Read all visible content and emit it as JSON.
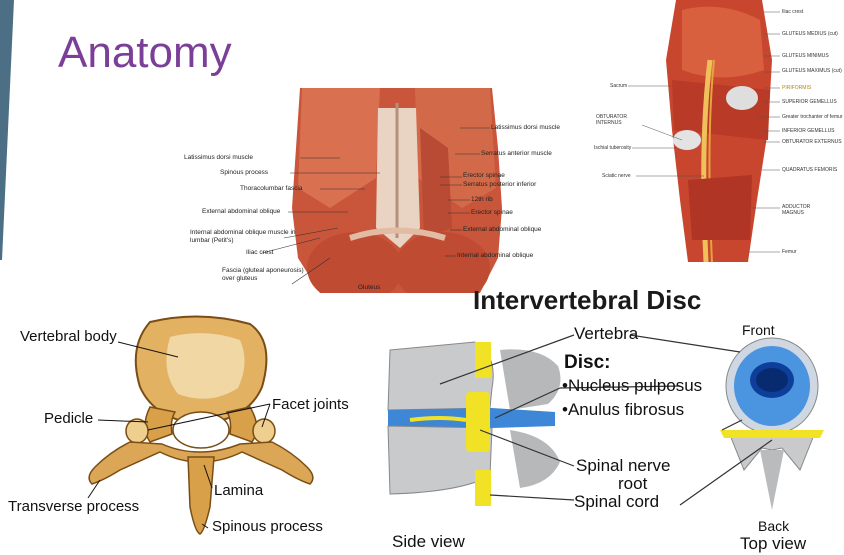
{
  "slide": {
    "title": "Anatomy",
    "accent_color": "#7b3f98"
  },
  "back_muscles": {
    "left_labels": [
      "Latissimus dorsi muscle",
      "Spinous process",
      "Thoracolumbar fascia",
      "External abdominal oblique",
      "Internal abdominal oblique muscle in lumbar (Petit's)",
      "Iliac crest",
      "Fascia (gluteal aponeurosis) over gluteus"
    ],
    "right_labels": [
      "Latissimus dorsi muscle",
      "Serratus anterior muscle",
      "Erector spinae",
      "Serratus posterior inferior",
      "12th rib",
      "Erector spinae",
      "External abdominal oblique",
      "Internal abdominal oblique"
    ],
    "bottom_label": "Gluteus"
  },
  "hip_muscles": {
    "right_labels": [
      "Iliac crest",
      "GLUTEUS MEDIUS (cut)",
      "GLUTEUS MINIMUS",
      "GLUTEUS MAXIMUS (cut)",
      "PIRIFORMIS",
      "SUPERIOR GEMELLUS",
      "Greater trochanter of femur",
      "INFERIOR GEMELLUS",
      "OBTURATOR EXTERNUS",
      "QUADRATUS FEMORIS",
      "ADDUCTOR MAGNUS",
      "Femur"
    ],
    "left_labels": [
      "Sacrum",
      "OBTURATOR INTERNUS",
      "Ischial tuberosity",
      "Sciatic nerve"
    ]
  },
  "vertebra": {
    "labels": {
      "body": "Vertebral body",
      "facet": "Facet joints",
      "pedicle": "Pedicle",
      "lamina": "Lamina",
      "transverse": "Transverse process",
      "spinous": "Spinous process"
    }
  },
  "disc_diagram": {
    "title": "Intervertebral Disc",
    "front": "Front",
    "vertebra": "Vertebra",
    "disc": "Disc:",
    "nucleus": "•Nucleus pulposus",
    "anulus": "•Anulus fibrosus",
    "nerve_root_1": "Spinal nerve",
    "nerve_root_2": "root",
    "spinal_cord": "Spinal cord",
    "side_view": "Side view",
    "back": "Back",
    "top_view": "Top view"
  }
}
